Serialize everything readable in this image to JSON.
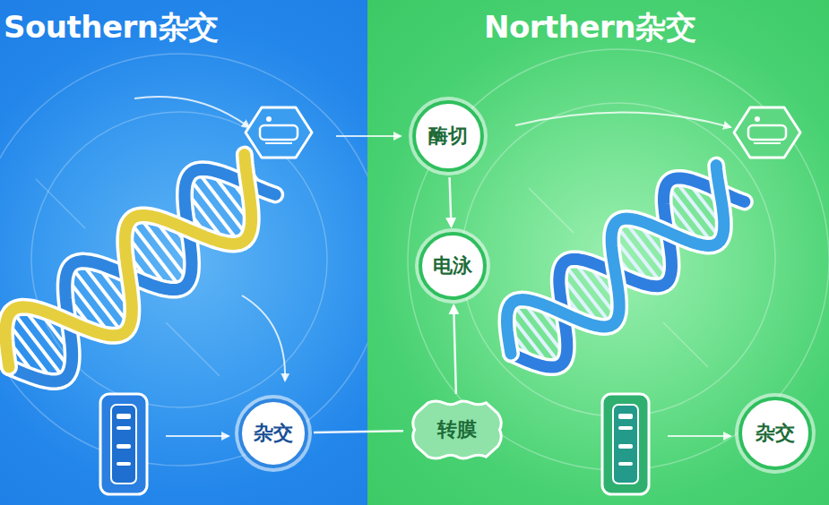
{
  "diagram": {
    "title": "Southern杂交",
    "nodes": [
      {
        "text": [
          "酶切"
        ]
      },
      {
        "text": [
          "电泳"
        ]
      },
      {
        "text": [
          "杂交"
        ]
      },
      {
        "text": [
          "转膜"
        ]
      },
      {
        "text": [
          "杂交"
        ]
      }
    ],
    "edges": [
      {
        "from": 0,
        "to": 1,
        "arrow": "to"
      },
      {
        "from": 3,
        "to": 1,
        "arrow": "to"
      },
      {
        "from": 2,
        "to": 3,
        "arrow": "none"
      }
    ],
    "labels": [
      "Northern杂交"
    ]
  }
}
